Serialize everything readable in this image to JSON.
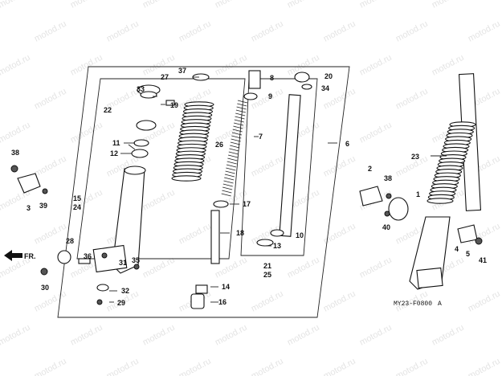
{
  "watermark": "motod.ru",
  "diagram_code": "MY23-F0800",
  "diagram_suffix": "A",
  "direction_label": "FR.",
  "callouts": [
    "1",
    "2",
    "3",
    "4",
    "5",
    "6",
    "7",
    "8",
    "9",
    "10",
    "11",
    "12",
    "13",
    "14",
    "15",
    "16",
    "17",
    "18",
    "19",
    "20",
    "21",
    "22",
    "23",
    "24",
    "25",
    "26",
    "27",
    "28",
    "29",
    "30",
    "31",
    "32",
    "33",
    "34",
    "35",
    "36",
    "37",
    "38",
    "38",
    "39",
    "40",
    "41"
  ]
}
